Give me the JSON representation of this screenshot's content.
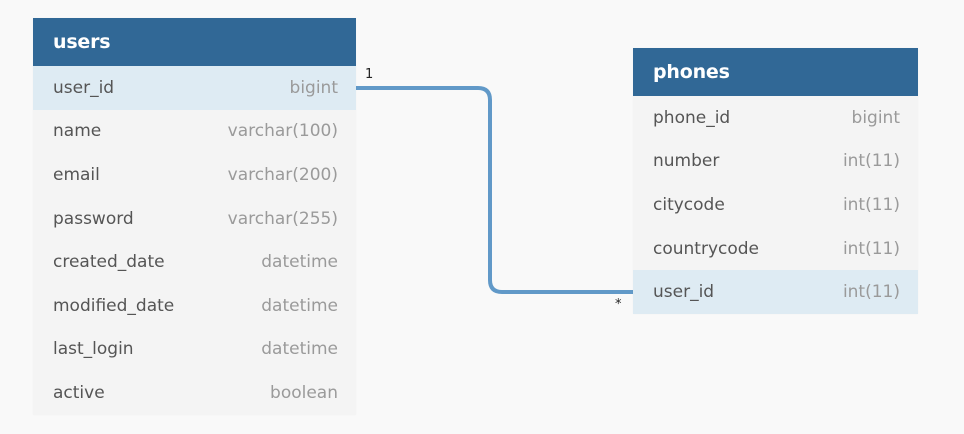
{
  "users": {
    "title": "users",
    "columns": [
      {
        "name": "user_id",
        "type": "bigint"
      },
      {
        "name": "name",
        "type": "varchar(100)"
      },
      {
        "name": "email",
        "type": "varchar(200)"
      },
      {
        "name": "password",
        "type": "varchar(255)"
      },
      {
        "name": "created_date",
        "type": "datetime"
      },
      {
        "name": "modified_date",
        "type": "datetime"
      },
      {
        "name": "last_login",
        "type": "datetime"
      },
      {
        "name": "active",
        "type": "boolean"
      }
    ]
  },
  "phones": {
    "title": "phones",
    "columns": [
      {
        "name": "phone_id",
        "type": "bigint"
      },
      {
        "name": "number",
        "type": "int(11)"
      },
      {
        "name": "citycode",
        "type": "int(11)"
      },
      {
        "name": "countrycode",
        "type": "int(11)"
      },
      {
        "name": "user_id",
        "type": "int(11)"
      }
    ]
  },
  "relationship": {
    "from_cardinality": "1",
    "to_cardinality": "*"
  },
  "colors": {
    "header": "#316896",
    "highlight": "#deebf3",
    "connector": "#6199c8"
  }
}
